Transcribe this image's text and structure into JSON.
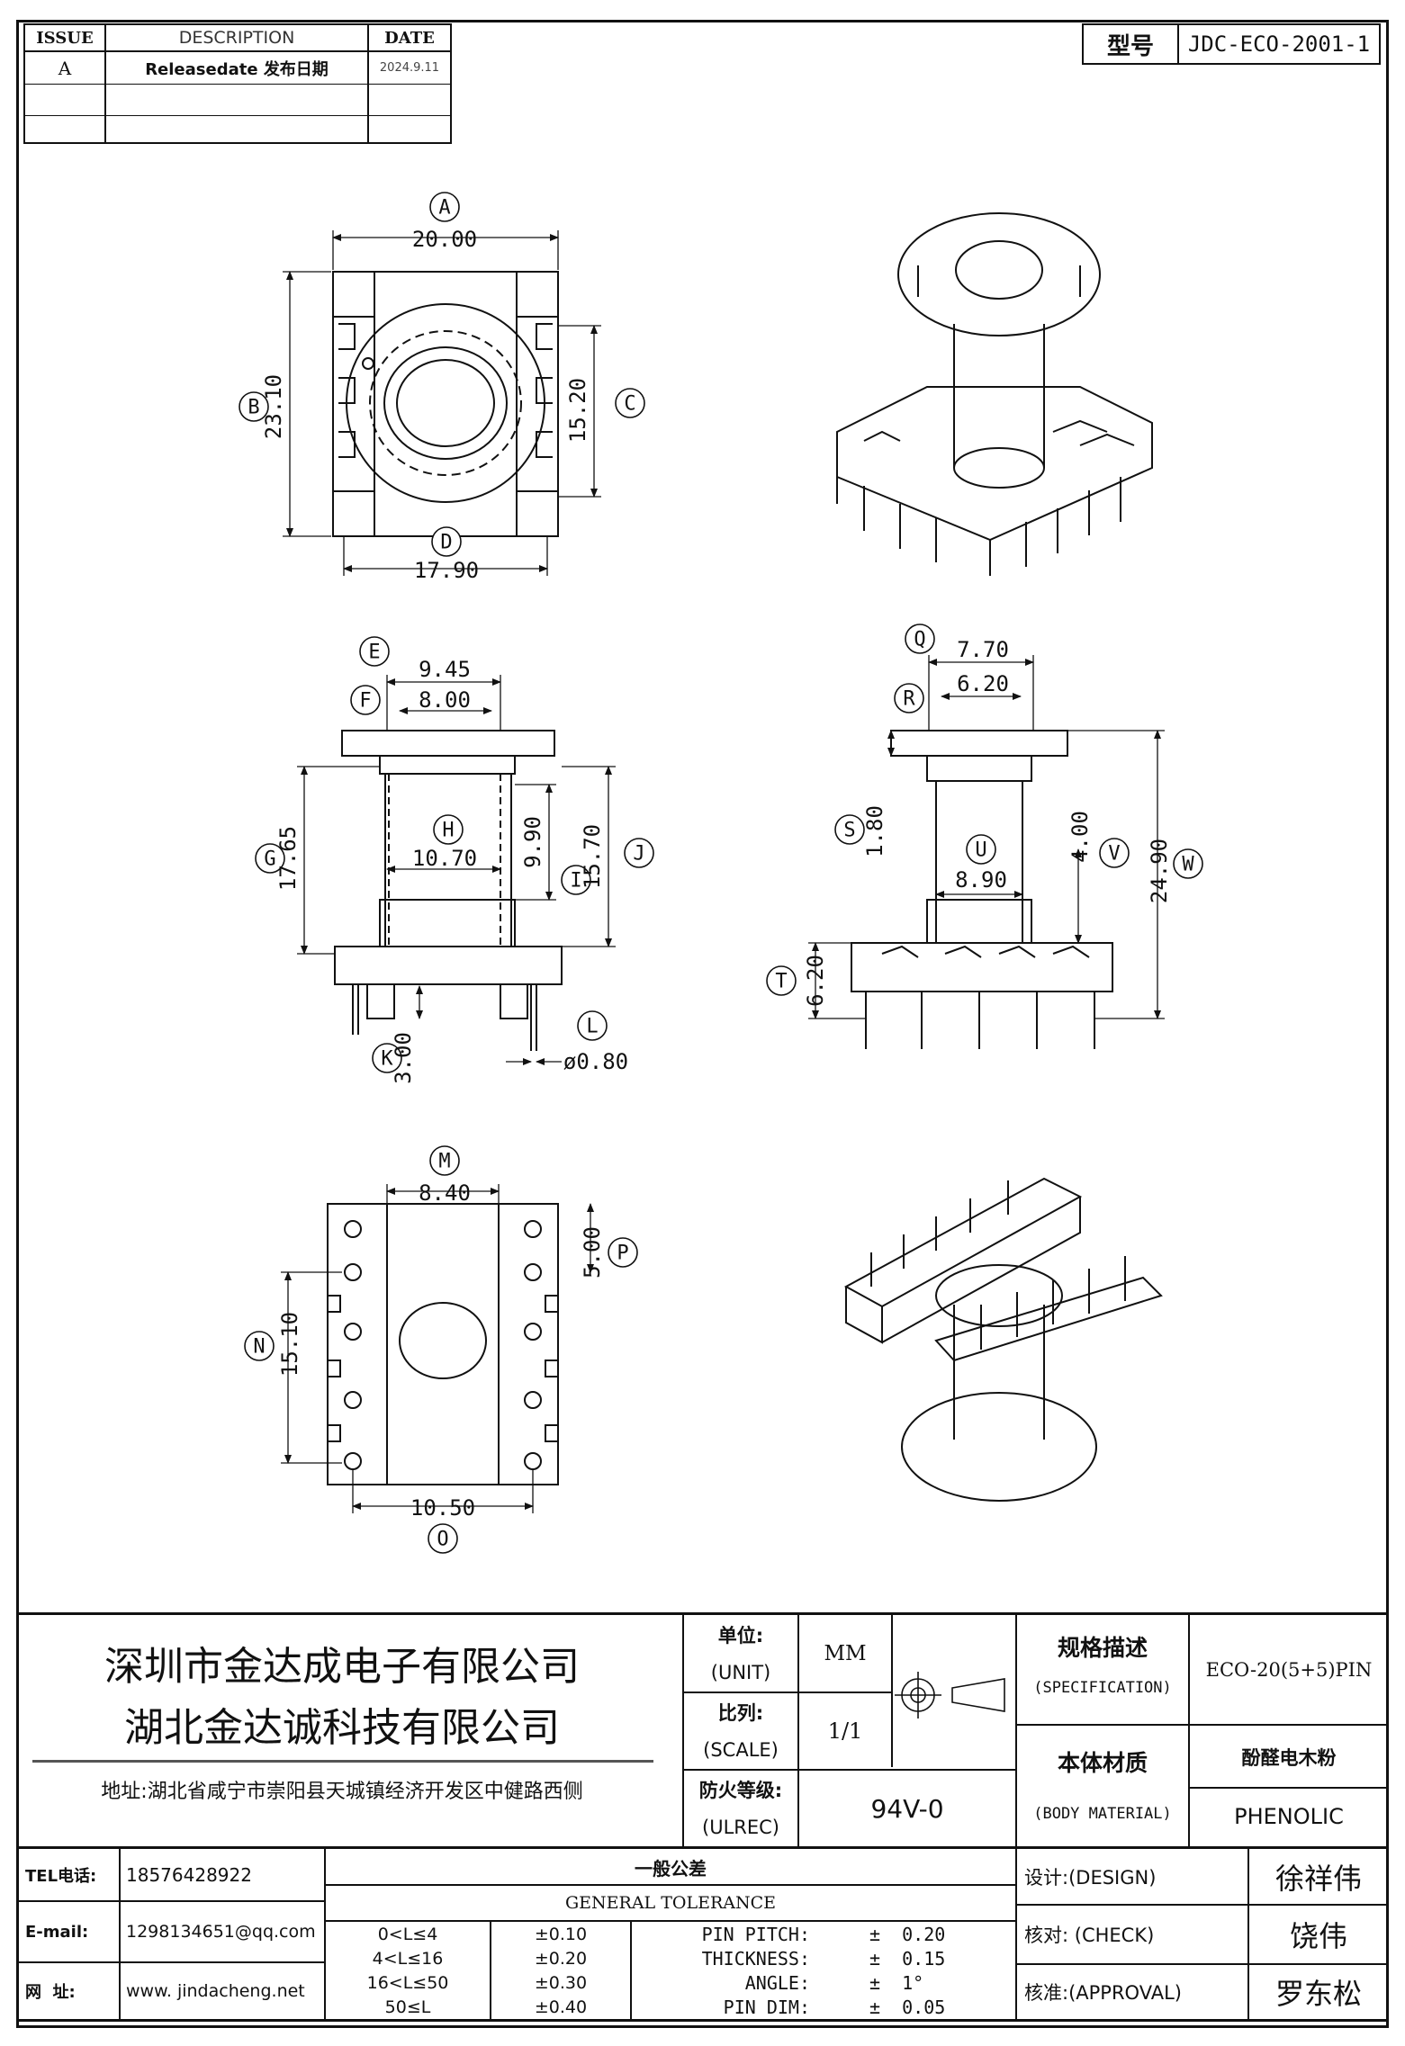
{
  "revision_table": {
    "headers": {
      "issue": "ISSUE",
      "description": "DESCRIPTION",
      "date": "DATE"
    },
    "rows": [
      {
        "issue": "A",
        "description": "Releasedate 发布日期",
        "date": "2024.9.11"
      },
      {
        "issue": "",
        "description": "",
        "date": ""
      },
      {
        "issue": "",
        "description": "",
        "date": ""
      }
    ]
  },
  "model": {
    "label": "型号",
    "value": "JDC-ECO-2001-1"
  },
  "dimensions": {
    "A": "20.00",
    "B": "23.10",
    "C": "15.20",
    "D": "17.90",
    "E": "9.45",
    "F": "8.00",
    "G": "17.65",
    "H": "10.70",
    "I": "9.90",
    "J": "15.70",
    "K": "3.00",
    "L": "ø0.80",
    "Q": "7.70",
    "R": "6.20",
    "S": "1.80",
    "U": "8.90",
    "V": "4.00",
    "W": "24.90",
    "T": "6.20",
    "M": "8.40",
    "P": "5.00",
    "N": "15.10",
    "O": "10.50"
  },
  "company": {
    "name1": "深圳市金达成电子有限公司",
    "name2": "湖北金达诚科技有限公司",
    "address": "地址:湖北省咸宁市崇阳县天城镇经济开发区中健路西侧"
  },
  "contacts": [
    {
      "label": "TEL电话:",
      "value": "18576428922"
    },
    {
      "label": "E-mail:",
      "value": "1298134651@qq.com"
    },
    {
      "label": "网  址:",
      "value": "www. jindacheng.net"
    }
  ],
  "spec_block": {
    "unit_label": "单位:",
    "unit_label_en": "(UNIT)",
    "unit_value": "MM",
    "scale_label": "比列:",
    "scale_label_en": "(SCALE)",
    "scale_value": "1/1",
    "ulrec_label": "防火等级:",
    "ulrec_label_en": "(ULREC)",
    "ulrec_value": "94V-0",
    "spec_label": "规格描述",
    "spec_label_en": "(SPECIFICATION)",
    "spec_value": "ECO-20(5+5)PIN",
    "material_label": "本体材质",
    "material_label_en": "(BODY MATERIAL)",
    "material_value": "酚醛电木粉",
    "material_value_en": "PHENOLIC"
  },
  "tolerance": {
    "title": "一般公差",
    "title_en": "GENERAL TOLERANCE",
    "ranges": [
      {
        "range": "0<L≤4",
        "tol": "±0.10"
      },
      {
        "range": "4<L≤16",
        "tol": "±0.20"
      },
      {
        "range": "16<L≤50",
        "tol": "±0.30"
      },
      {
        "range": "50≤L",
        "tol": "±0.40"
      }
    ],
    "others": [
      {
        "label": "PIN PITCH:",
        "tol": "±  0.20"
      },
      {
        "label": "THICKNESS:",
        "tol": "±  0.15"
      },
      {
        "label": "ANGLE:",
        "tol": "±  1°"
      },
      {
        "label": "PIN DIM:",
        "tol": "±  0.05"
      }
    ]
  },
  "approvals": [
    {
      "label": "设计:(DESIGN)",
      "name": "徐祥伟"
    },
    {
      "label": "核对: (CHECK)",
      "name": "饶伟"
    },
    {
      "label": "核准:(APPROVAL)",
      "name": "罗东松"
    }
  ]
}
